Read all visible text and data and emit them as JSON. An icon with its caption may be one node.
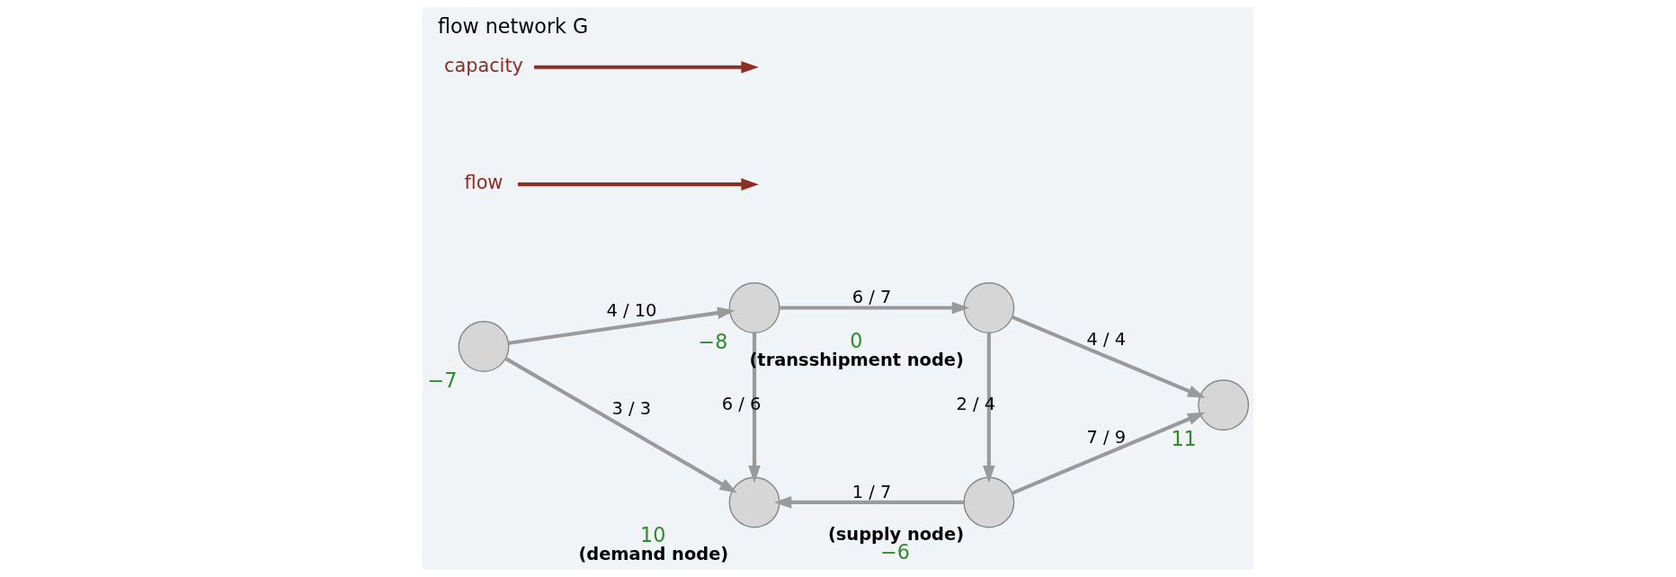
{
  "diagram": {
    "title": "flow network G",
    "nodes": [
      {
        "text": [],
        "shape": "circle",
        "beside": [
          "−7"
        ]
      },
      {
        "text": [],
        "shape": "circle",
        "beside": [
          "−8"
        ]
      },
      {
        "text": [],
        "shape": "circle",
        "beside": [
          "10",
          "(demand node)"
        ]
      },
      {
        "text": [],
        "shape": "circle",
        "beside": [
          "(supply node)",
          "−6"
        ]
      },
      {
        "text": [],
        "shape": "circle",
        "beside": [
          "0",
          "(transshipment node)"
        ]
      },
      {
        "text": [],
        "shape": "circle",
        "beside": [
          "11"
        ]
      },
      {
        "text": [
          "flow"
        ]
      },
      {
        "text": [
          "capacity"
        ]
      }
    ],
    "edges": [
      {
        "from": 0,
        "to": 1,
        "arrow": "to",
        "label": "4 / 10"
      },
      {
        "from": 0,
        "to": 2,
        "arrow": "to",
        "label": "3 / 3"
      },
      {
        "from": 1,
        "to": 2,
        "arrow": "to",
        "label": "6 / 6"
      },
      {
        "from": 1,
        "to": 4,
        "arrow": "to",
        "label": "6 / 7"
      },
      {
        "from": 3,
        "to": 2,
        "arrow": "to",
        "label": "1 / 7"
      },
      {
        "from": 4,
        "to": 3,
        "arrow": "to",
        "label": "2 / 4"
      },
      {
        "from": 3,
        "to": 5,
        "arrow": "to",
        "label": "7 / 9"
      },
      {
        "from": 4,
        "to": 5,
        "arrow": "to",
        "label": "4 / 4"
      },
      {
        "from": 6,
        "to": null,
        "arrow": "to",
        "color": "#8b2e24"
      },
      {
        "from": 7,
        "to": null,
        "arrow": "to",
        "color": "#8b2e24"
      }
    ]
  }
}
